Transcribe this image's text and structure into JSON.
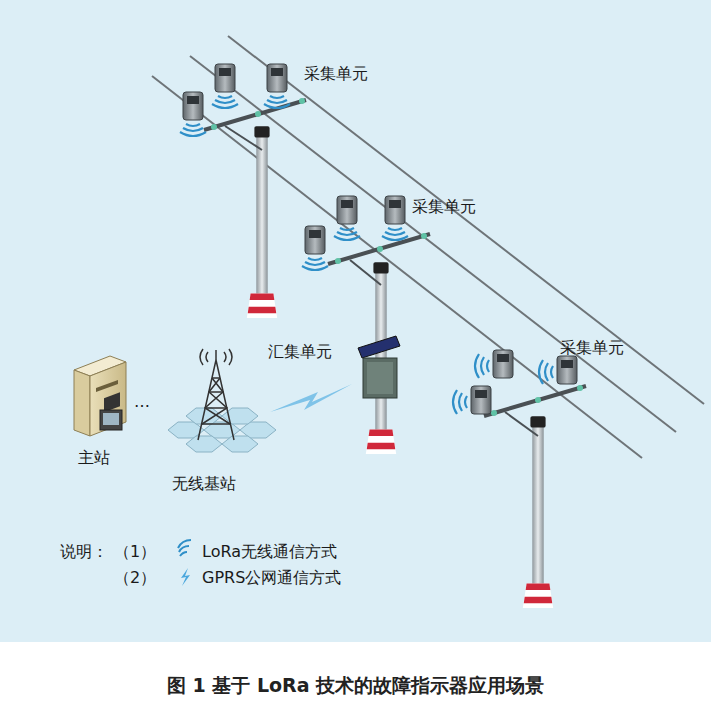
{
  "diagram": {
    "caption": "图 1 基于 LoRa 技术的故障指示器应用场景",
    "labels": [
      "采集单元",
      "采集单元",
      "采集单元",
      "汇集单元",
      "主站",
      "无线基站",
      "…",
      "说明：",
      "（1）",
      "（2）"
    ],
    "legend": [
      {
        "text": "LoRa无线通信方式"
      },
      {
        "text": "GPRS公网通信方式"
      }
    ]
  }
}
